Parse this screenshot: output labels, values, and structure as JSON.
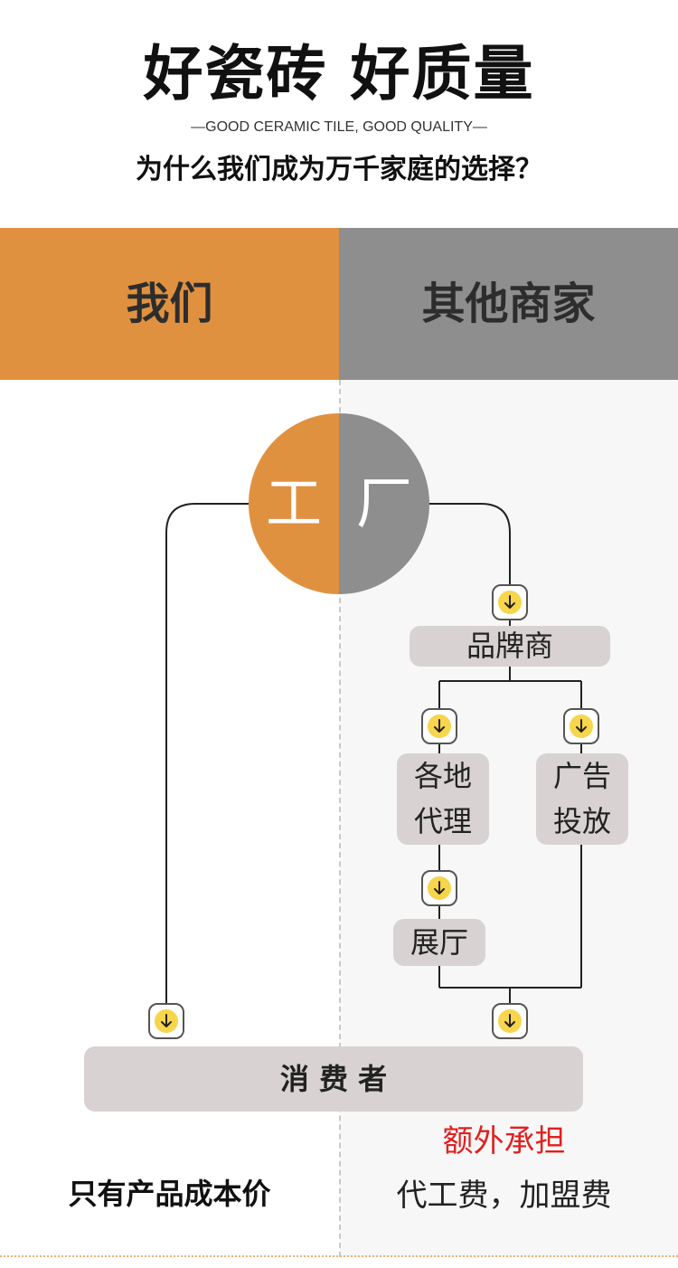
{
  "header": {
    "title": "好瓷砖 好质量",
    "subtitle": "—GOOD CERAMIC TILE, GOOD QUALITY—",
    "question": "为什么我们成为万千家庭的选择？"
  },
  "columns": {
    "left": "我们",
    "right": "其他商家"
  },
  "factory": {
    "left_char": "工",
    "right_char": "厂"
  },
  "flow": {
    "brand": "品牌商",
    "agent_line1": "各地",
    "agent_line2": "代理",
    "ads_line1": "广告",
    "ads_line2": "投放",
    "showroom": "展厅",
    "consumer": "消 费 者"
  },
  "footer": {
    "left": "只有产品成本价",
    "extra": "额外承担",
    "right": "代工费，加盟费"
  },
  "colors": {
    "orange": "#e09140",
    "gray": "#8e8e8e",
    "box": "#d8d2d2",
    "badge": "#f7d54c",
    "red": "#e02020"
  },
  "icons": {
    "arrow": "arrow-down-icon"
  }
}
